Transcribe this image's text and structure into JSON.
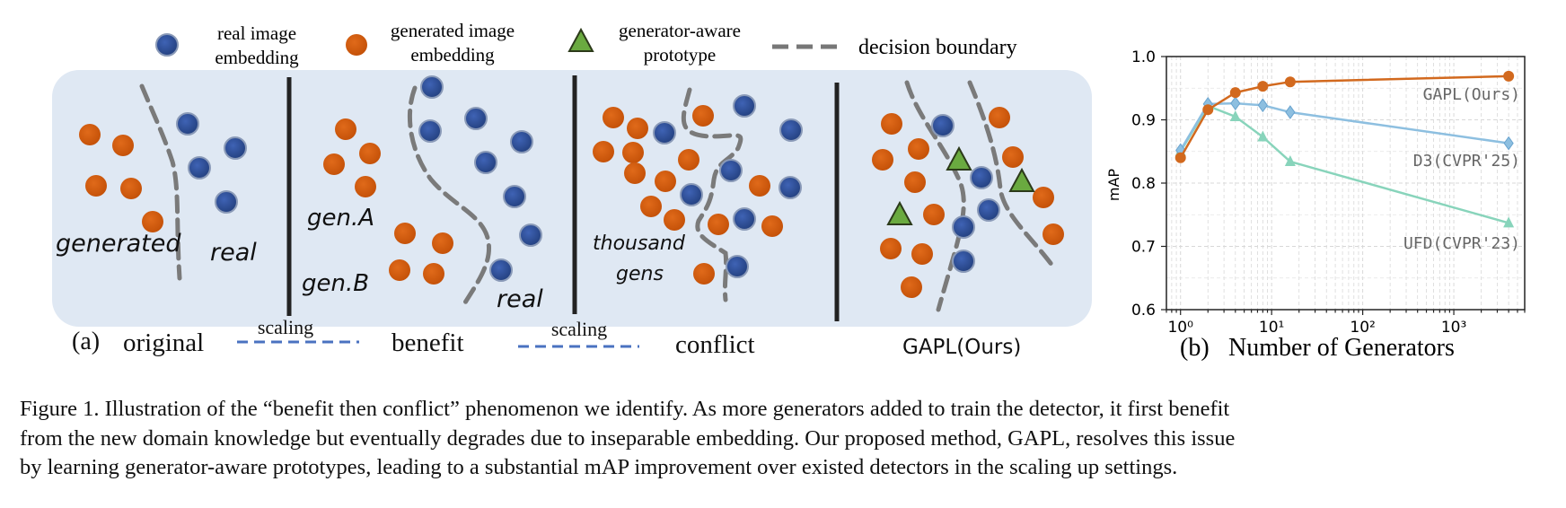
{
  "legend": {
    "real": [
      "real image",
      "embedding"
    ],
    "generated": [
      "generated image",
      "embedding"
    ],
    "prototype": [
      "generator-aware",
      "prototype"
    ],
    "boundary": "decision boundary"
  },
  "panels": {
    "original": {
      "left_label": "generated",
      "right_label": "real"
    },
    "benefit": {
      "label_a": "gen.A",
      "label_b": "gen.B",
      "right_label": "real"
    },
    "conflict": {
      "label_line1": "thousand",
      "label_line2": "gens"
    }
  },
  "panel_a_labels": {
    "prefix": "(a)",
    "original": "original",
    "benefit": "benefit",
    "conflict": "conflict",
    "gapl": "GAPL(Ours)",
    "scaling_1": "scaling",
    "scaling_2": "scaling"
  },
  "panel_b_labels": {
    "prefix": "(b)",
    "xlabel": "Number of Generators",
    "ylabel": "mAP"
  },
  "colors": {
    "real": "#2f4f9a",
    "generated": "#cc5a12",
    "prototype": "#6aaa40",
    "boundary": "#7a7a7a",
    "panel_bg": "#dfe8f3",
    "scaling": "#4a72c0",
    "gapl_line": "#d2691e",
    "d3_line": "#8dbfe0",
    "ufd_line": "#88d4bb"
  },
  "chart_data": {
    "type": "line",
    "xscale": "log",
    "xlim": [
      0.7,
      6000
    ],
    "ylim": [
      0.6,
      1.0
    ],
    "yticks": [
      "0.6",
      "0.7",
      "0.8",
      "0.9",
      "1.0"
    ],
    "xticks": [
      "10⁰",
      "10¹",
      "10²",
      "10³"
    ],
    "grid": true,
    "xlabel": "Number of Generators",
    "ylabel": "mAP",
    "series": [
      {
        "name": "GAPL(Ours)",
        "x": [
          1,
          2,
          4,
          8,
          16,
          4000
        ],
        "y": [
          0.84,
          0.916,
          0.943,
          0.953,
          0.96,
          0.969
        ]
      },
      {
        "name": "D3(CVPR'25)",
        "x": [
          1,
          2,
          4,
          8,
          16,
          4000
        ],
        "y": [
          0.852,
          0.925,
          0.926,
          0.923,
          0.912,
          0.863
        ]
      },
      {
        "name": "UFD(CVPR'23)",
        "x": [
          1,
          2,
          4,
          8,
          16,
          4000
        ],
        "y": [
          0.85,
          0.922,
          0.905,
          0.873,
          0.834,
          0.737
        ]
      }
    ]
  },
  "caption": {
    "line1": "Figure 1. Illustration of the “benefit then conflict” phenomenon we identify. As more generators added to train the detector, it first benefit",
    "line2": "from the new domain knowledge but eventually degrades due to inseparable embedding. Our proposed method, GAPL, resolves this issue",
    "line3": "by learning generator-aware prototypes, leading to a substantial mAP improvement over existed detectors in the scaling up settings."
  }
}
